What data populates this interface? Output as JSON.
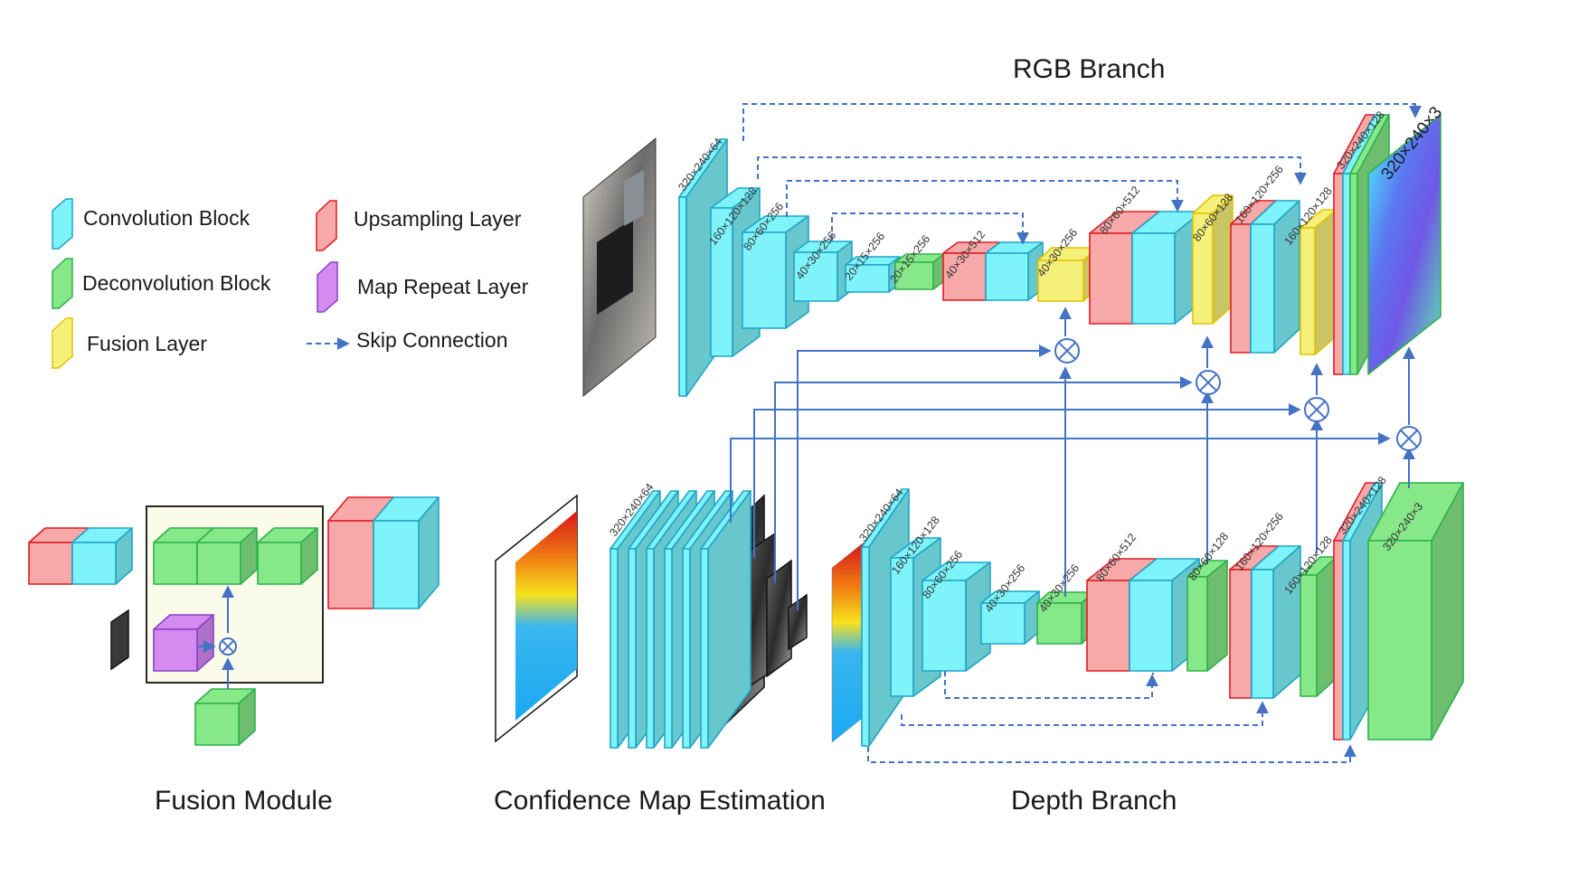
{
  "titles": {
    "rgb_branch": "RGB Branch",
    "depth_branch": "Depth Branch",
    "fusion_module": "Fusion Module",
    "confidence_map": "Confidence Map Estimation"
  },
  "legend": {
    "convolution_block": "Convolution Block",
    "deconvolution_block": "Deconvolution Block",
    "fusion_layer": "Fusion Layer",
    "upsampling_layer": "Upsampling Layer",
    "map_repeat_layer": "Map Repeat Layer",
    "skip_connection": "Skip Connection"
  },
  "colors": {
    "convolution": "#7FF3FA",
    "deconvolution": "#86E889",
    "fusion": "#F5F07A",
    "upsampling": "#F7A9A9",
    "map_repeat": "#D38BF0",
    "connection": "#4472C4",
    "fusion_module_bg": "#FBFBE9"
  },
  "rgb_branch_dims": {
    "conv1": "320×240×64",
    "conv2": "160×120×128",
    "conv3": "80×60×256",
    "conv4": "40×30×256",
    "conv5": "20×15×256",
    "deconv1": "20×15×256",
    "up1": "40×30×512",
    "fuse1": "40×30×256",
    "up2": "80×60×512",
    "fuse2": "80×60×128",
    "up3": "160×120×256",
    "fuse3": "160×120×128",
    "up4": "320×240×128",
    "output": "320×240×3"
  },
  "depth_branch_dims": {
    "conv1": "320×240×64",
    "conv2": "160×120×128",
    "conv3": "80×60×256",
    "conv4": "40×30×256",
    "deconv1": "40×30×256",
    "up1": "80×60×512",
    "deconv2": "80×60×128",
    "up2": "160×120×256",
    "deconv3": "160×120×128",
    "up3": "320×240×128",
    "output": "320×240×3"
  },
  "confidence_dims": {
    "stack": "320×240×64"
  }
}
